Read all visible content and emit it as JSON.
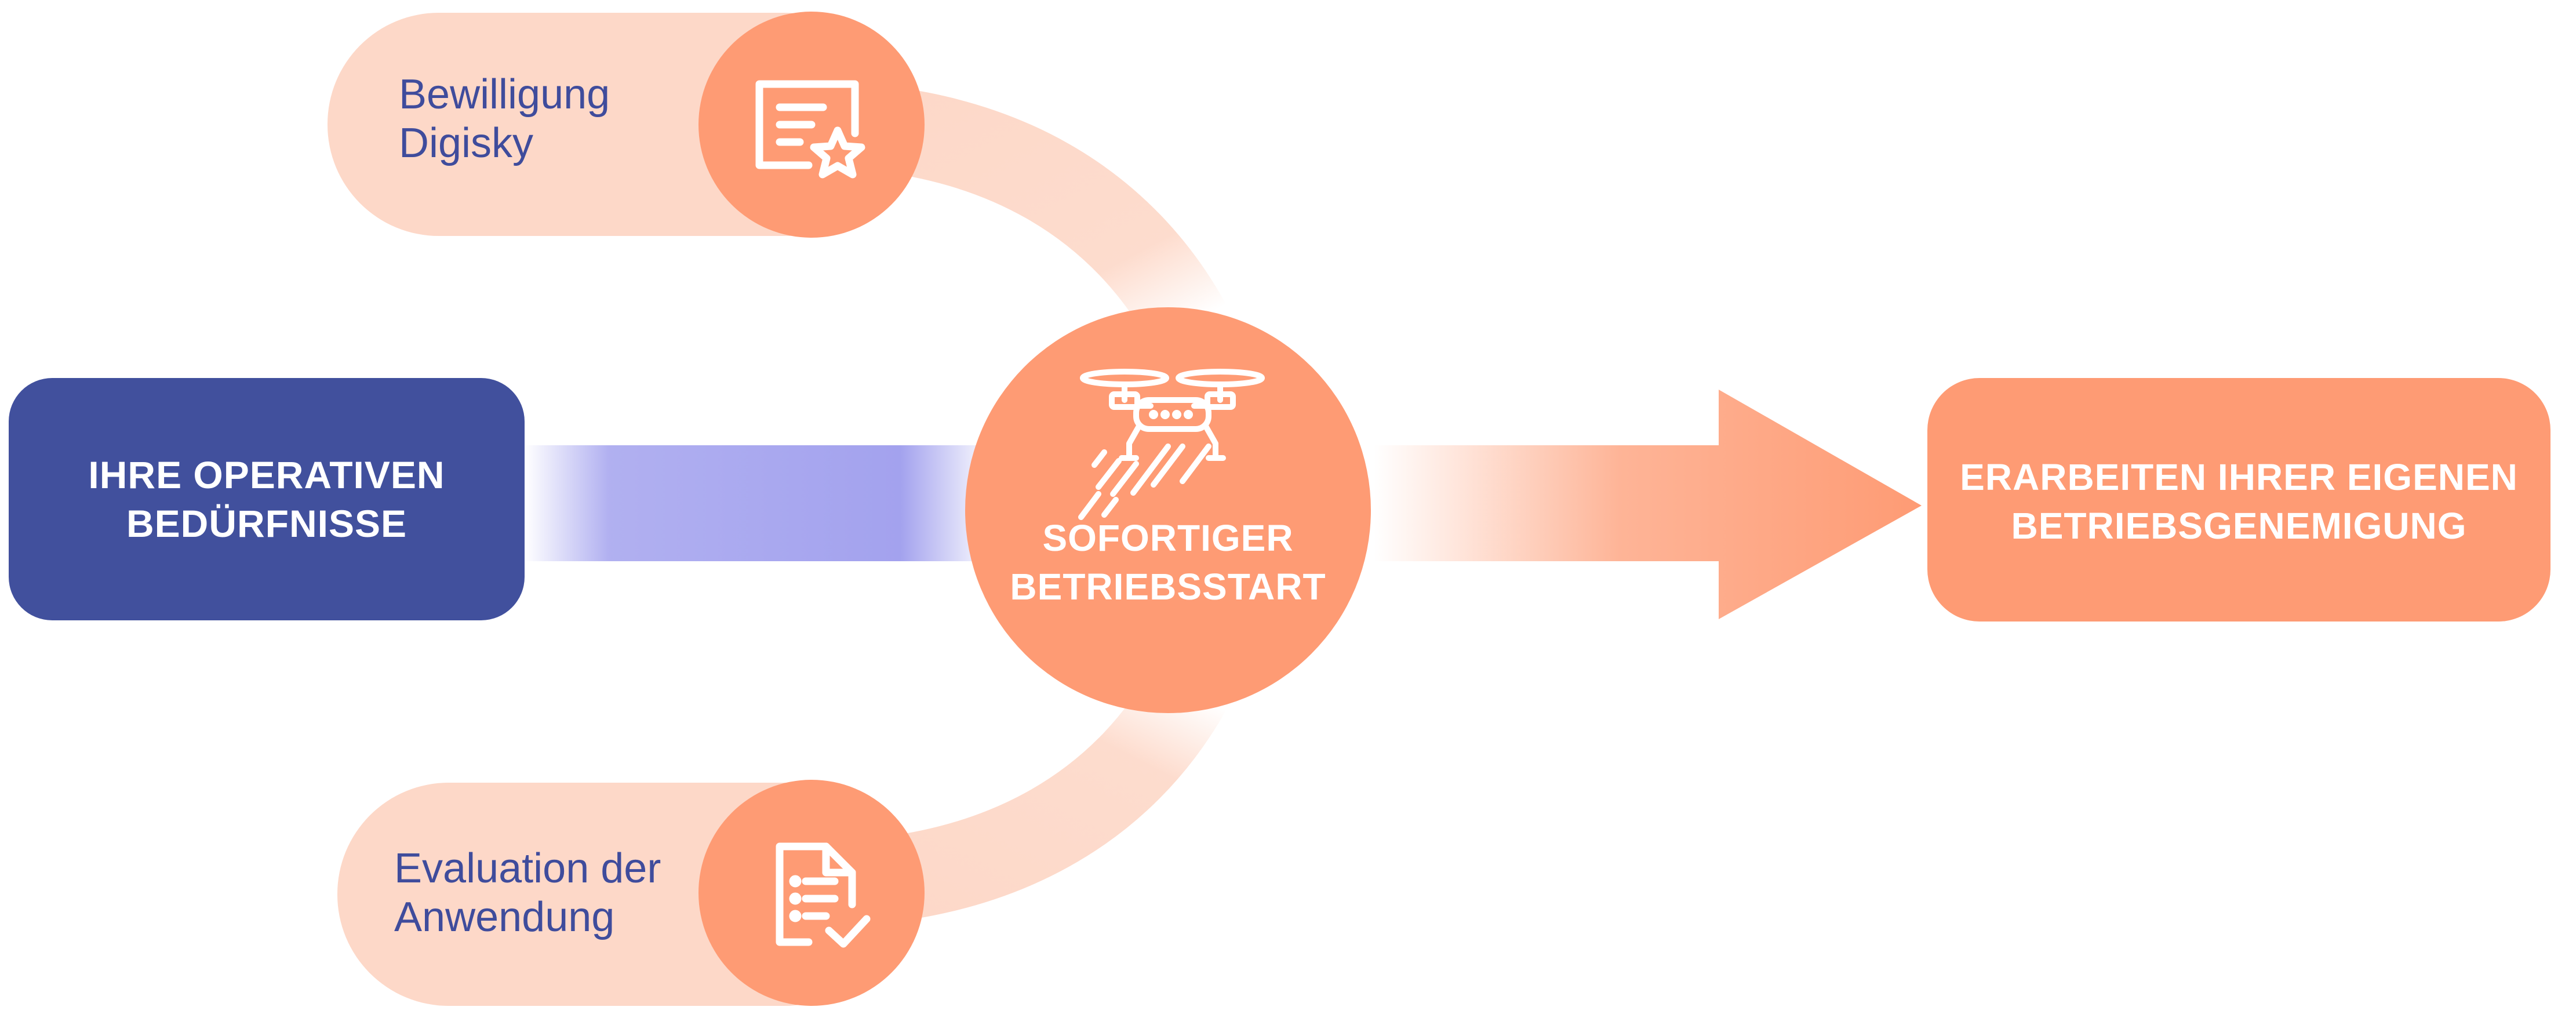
{
  "colors": {
    "navy": "#41509d",
    "orange": "#fe9b74",
    "peach": "#fdd8c8",
    "purple_band": "#a3a2ee",
    "label_text": "#3f4c9c",
    "white": "#ffffff"
  },
  "left_box": {
    "line1": "IHRE OPERATIVEN",
    "line2": "BEDÜRFNISSE"
  },
  "center_circle": {
    "icon": "drone-icon",
    "line1": "SOFORTIGER",
    "line2": "BETRIEBSSTART"
  },
  "right_box": {
    "line1": "ERARBEITEN IHRER EIGENEN",
    "line2": "BETRIEBSGENEMIGUNG"
  },
  "top_pill": {
    "icon": "certificate-star-icon",
    "line1": "Bewilligung",
    "line2": "Digisky"
  },
  "bottom_pill": {
    "icon": "document-checklist-icon",
    "line1": "Evaluation der",
    "line2": "Anwendung"
  }
}
